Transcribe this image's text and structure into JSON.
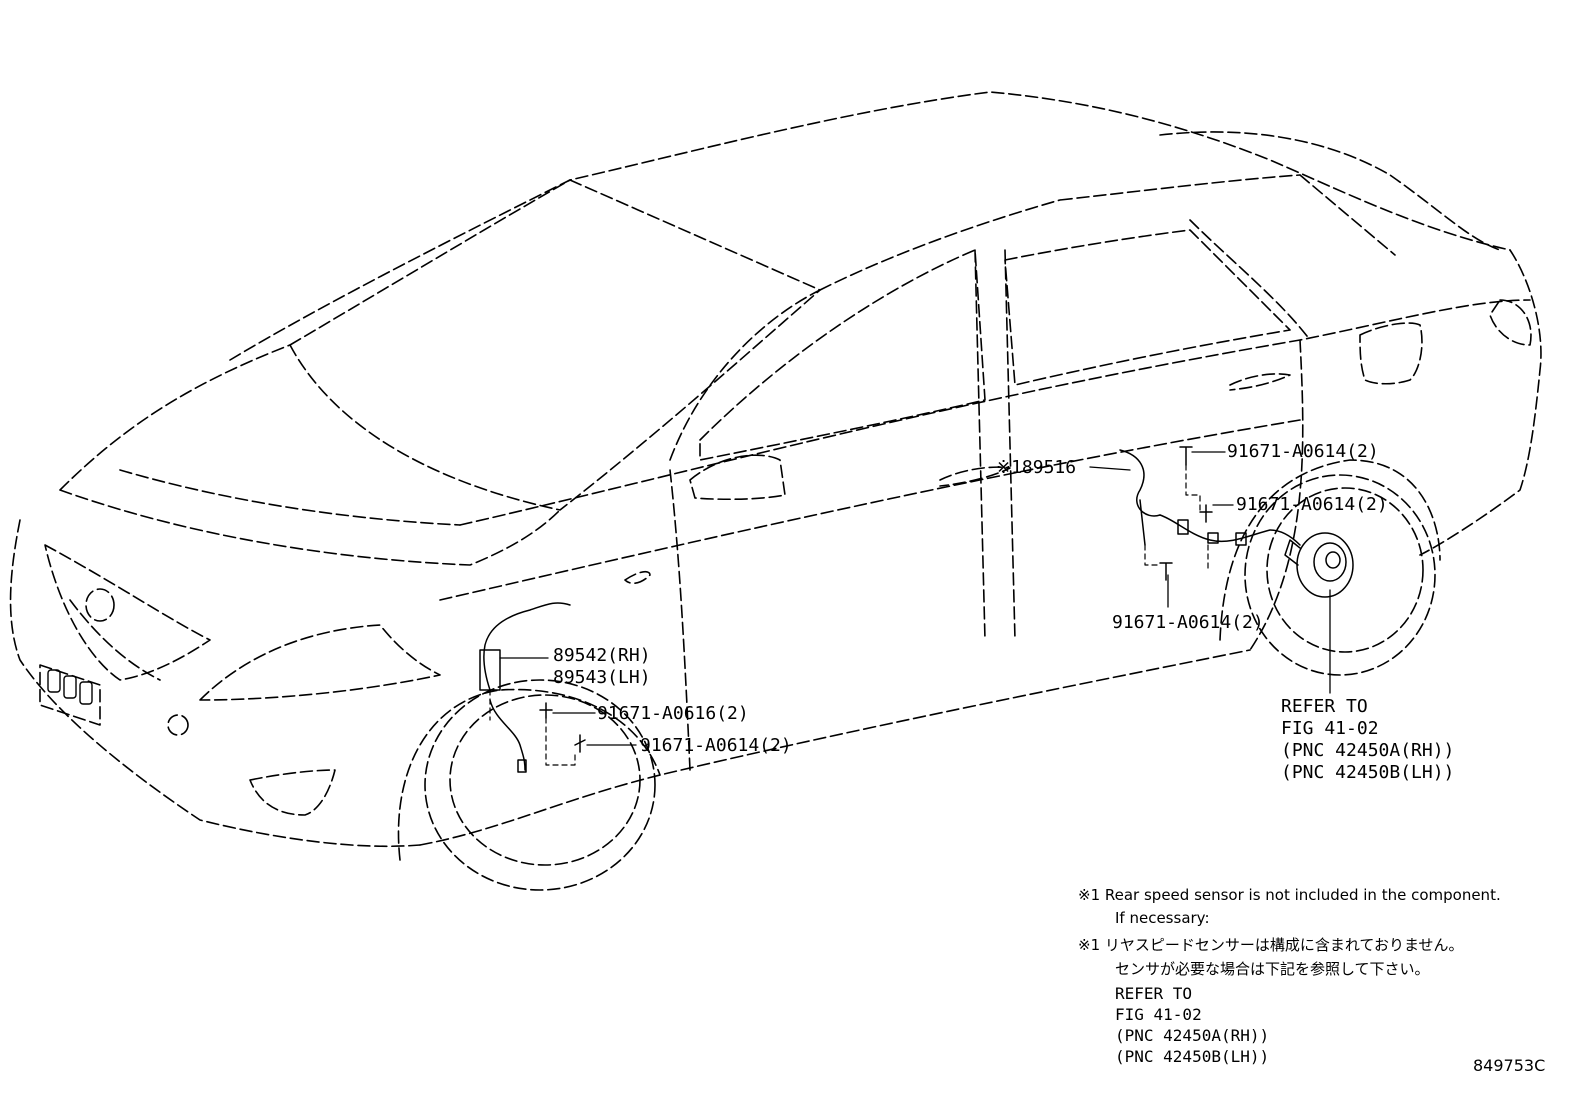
{
  "parts": {
    "rear_sensor": "※189516",
    "front_sensor_rh": "89542(RH)",
    "front_sensor_lh": "89543(LH)",
    "front_bolt_a": "91671-A0616(2)",
    "front_bolt_b": "91671-A0614(2)",
    "rear_bolt_top": "91671-A0614(2)",
    "rear_bolt_mid": "91671-A0614(2)",
    "rear_bolt_low": "91671-A0614(2)"
  },
  "refer": {
    "line1": "REFER TO",
    "line2": "FIG 41-02",
    "line3": "(PNC 42450A(RH))",
    "line4": "(PNC 42450B(LH))"
  },
  "notes": {
    "en_line1": "※1 Rear speed sensor is not included in the component.",
    "en_line2": "If necessary:",
    "jp_line1": "※1 リヤスピードセンサーは構成に含まれておりません。",
    "jp_line2": "センサが必要な場合は下記を参照して下さい。",
    "ref_line1": "REFER TO",
    "ref_line2": "FIG 41-02",
    "ref_line3": "(PNC 42450A(RH))",
    "ref_line4": "(PNC 42450B(LH))"
  },
  "figure_id": "849753C",
  "colors": {
    "ink": "#000000",
    "paper": "#ffffff"
  }
}
